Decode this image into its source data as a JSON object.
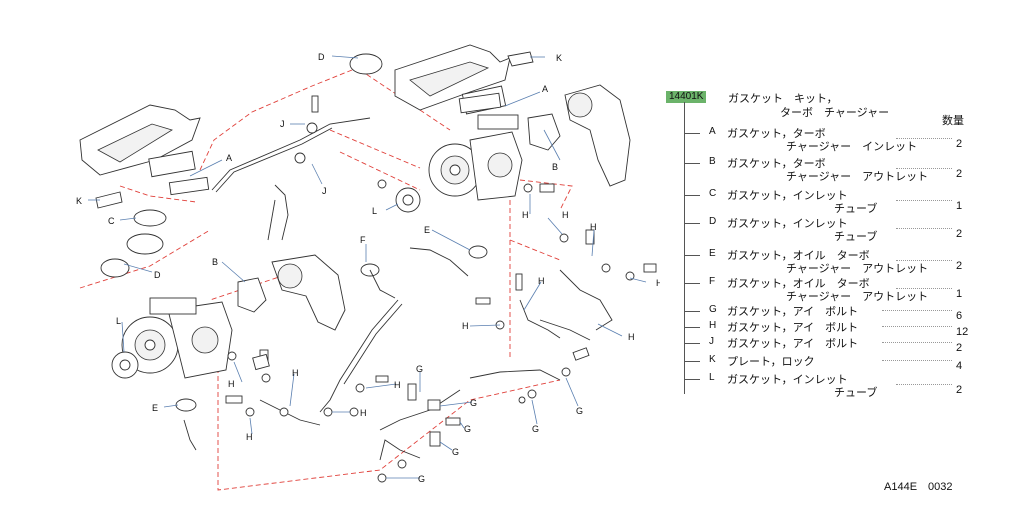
{
  "kit": {
    "code": "14401K",
    "name_line1": "ガスケット　キット，",
    "name_line2": "ターボ　チャージャー",
    "qty_header": "数量"
  },
  "parts": [
    {
      "letter": "A",
      "name_line1": "ガスケット，ターボ",
      "name_line2": "チャージャー　インレット",
      "qty": "2"
    },
    {
      "letter": "B",
      "name_line1": "ガスケット，ターボ",
      "name_line2": "チャージャー　アウトレット",
      "qty": "2"
    },
    {
      "letter": "C",
      "name_line1": "ガスケット，インレット",
      "name_line2": "チューブ",
      "qty": "1"
    },
    {
      "letter": "D",
      "name_line1": "ガスケット，インレット",
      "name_line2": "チューブ",
      "qty": "2"
    },
    {
      "letter": "E",
      "name_line1": "ガスケット，オイル　ターボ",
      "name_line2": "チャージャー　アウトレット",
      "qty": "2"
    },
    {
      "letter": "F",
      "name_line1": "ガスケット，オイル　ターボ",
      "name_line2": "チャージャー　アウトレット",
      "qty": "1"
    },
    {
      "letter": "G",
      "name_line1": "ガスケット，アイ　ボルト",
      "name_line2": "",
      "qty": "6"
    },
    {
      "letter": "H",
      "name_line1": "ガスケット，アイ　ボルト",
      "name_line2": "",
      "qty": "12"
    },
    {
      "letter": "J",
      "name_line1": "ガスケット，アイ　ボルト",
      "name_line2": "",
      "qty": "2"
    },
    {
      "letter": "K",
      "name_line1": "プレート，ロック",
      "name_line2": "",
      "qty": "4"
    },
    {
      "letter": "L",
      "name_line1": "ガスケット，インレット",
      "name_line2": "チューブ",
      "qty": "2"
    }
  ],
  "callouts": {
    "A": "A",
    "B": "B",
    "C": "C",
    "D": "D",
    "E": "E",
    "F": "F",
    "G": "G",
    "H": "H",
    "J": "J",
    "K": "K",
    "L": "L"
  },
  "figure_code": "A144E　0032",
  "colors": {
    "kit_highlight": "#6bb36a",
    "leader": "#5a7fb0",
    "dashed_guide": "#e0403a"
  }
}
